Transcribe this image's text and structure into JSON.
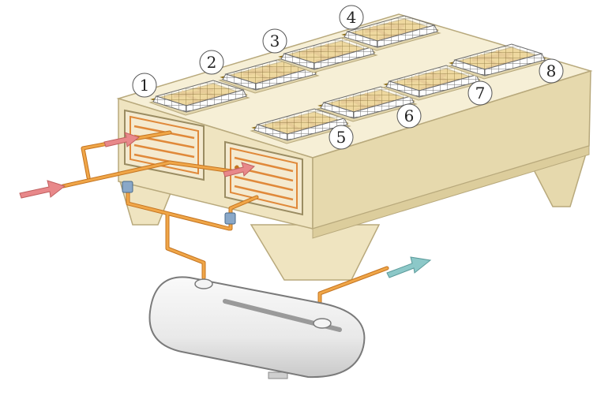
{
  "diagram": {
    "fans": [
      {
        "label": "1"
      },
      {
        "label": "2"
      },
      {
        "label": "3"
      },
      {
        "label": "4"
      },
      {
        "label": "5"
      },
      {
        "label": "6"
      },
      {
        "label": "7"
      },
      {
        "label": "8"
      }
    ]
  },
  "colors": {
    "housing_top": "#f6efd6",
    "housing_front": "#efe4c0",
    "housing_side": "#e6d9ad",
    "housing_edge": "#b8a97c",
    "fan_frame": "#d9a92b",
    "fan_blade": "#c98f1a",
    "fan_grid": "#6d6d6d",
    "pipe": "#f0a648",
    "pipe_edge": "#c47420",
    "coil": "#e0893a",
    "tank": "#eeeeee",
    "tank_shade": "#c9c9c9",
    "inlet_arrow": "#e8888a",
    "outlet_arrow": "#8cc8c8",
    "valve": "#8aa8c8"
  }
}
